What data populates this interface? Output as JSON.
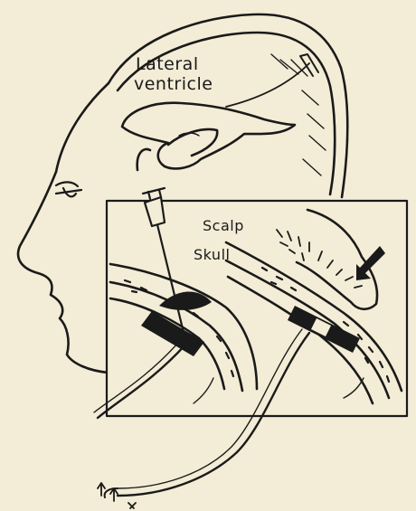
{
  "labels": {
    "lateral_ventricle_line1": "Lateral",
    "lateral_ventricle_line2": "ventricle",
    "scalp": "Scalp",
    "skull": "Skull"
  },
  "colors": {
    "paper": "#f3ecd6",
    "ink": "#1a1a1a"
  }
}
